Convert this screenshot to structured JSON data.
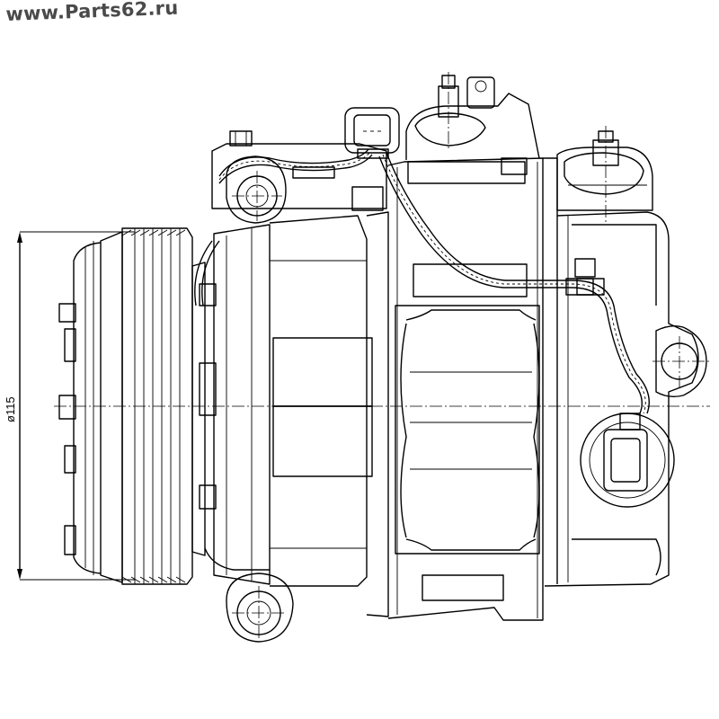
{
  "watermark": {
    "text": "www.Parts62.ru"
  },
  "dimension": {
    "label": "ø115",
    "value": 115
  },
  "colors": {
    "line": "#000000",
    "background": "#ffffff",
    "watermark": "#4a4a4a"
  }
}
